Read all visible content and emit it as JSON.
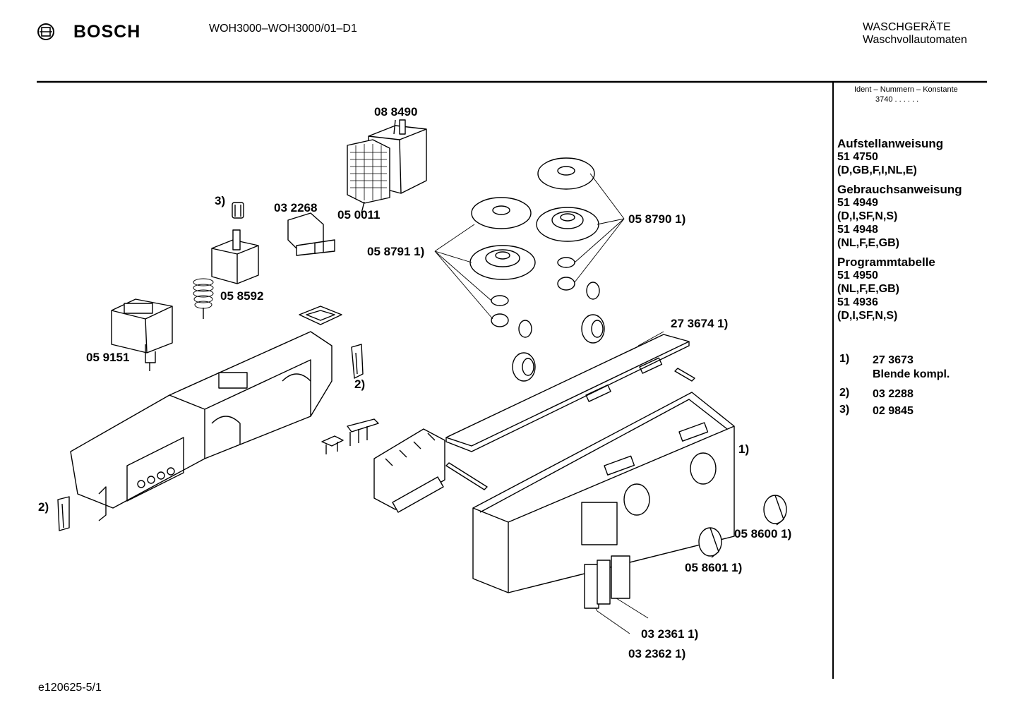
{
  "header": {
    "brand": "BOSCH",
    "model": "WOH3000–WOH3000/01–D1",
    "category_line1": "WASCHGERÄTE",
    "category_line2": "Waschvollautomaten"
  },
  "sidebar": {
    "ident_label": "Ident – Nummern – Konstante",
    "ident_value": "3740  .  .  .  .  .  .",
    "sections": [
      {
        "title": "Aufstellanweisung",
        "lines": [
          "51 4750",
          "(D,GB,F,I,NL,E)"
        ]
      },
      {
        "title": "Gebrauchsanweisung",
        "lines": [
          "51 4949",
          "(D,I,SF,N,S)",
          "51 4948",
          "(NL,F,E,GB)"
        ]
      },
      {
        "title": "Programmtabelle",
        "lines": [
          "51 4950",
          "(NL,F,E,GB)",
          "51 4936",
          "(D,I,SF,N,S)"
        ]
      }
    ],
    "notes": [
      {
        "key": "1)",
        "lines": [
          "27 3673",
          "Blende kompl."
        ]
      },
      {
        "key": "2)",
        "lines": [
          "03 2288"
        ]
      },
      {
        "key": "3)",
        "lines": [
          "02 9845"
        ]
      }
    ]
  },
  "diagram": {
    "labels": {
      "p088490": "08 8490",
      "p050011": "05 0011",
      "p3": "3)",
      "p032268": "03 2268",
      "p058592": "05 8592",
      "p059151": "05 9151",
      "p058791": "05 8791 1)",
      "p058790": "05 8790 1)",
      "p273674": "27 3674 1)",
      "p2a": "2)",
      "p2b": "2)",
      "p1": "1)",
      "p058600": "05 8600 1)",
      "p058601": "05 8601 1)",
      "p032361": "03 2361 1)",
      "p032362": "03 2362 1)"
    }
  },
  "footer": {
    "drawing_id": "e120625-5/1"
  }
}
